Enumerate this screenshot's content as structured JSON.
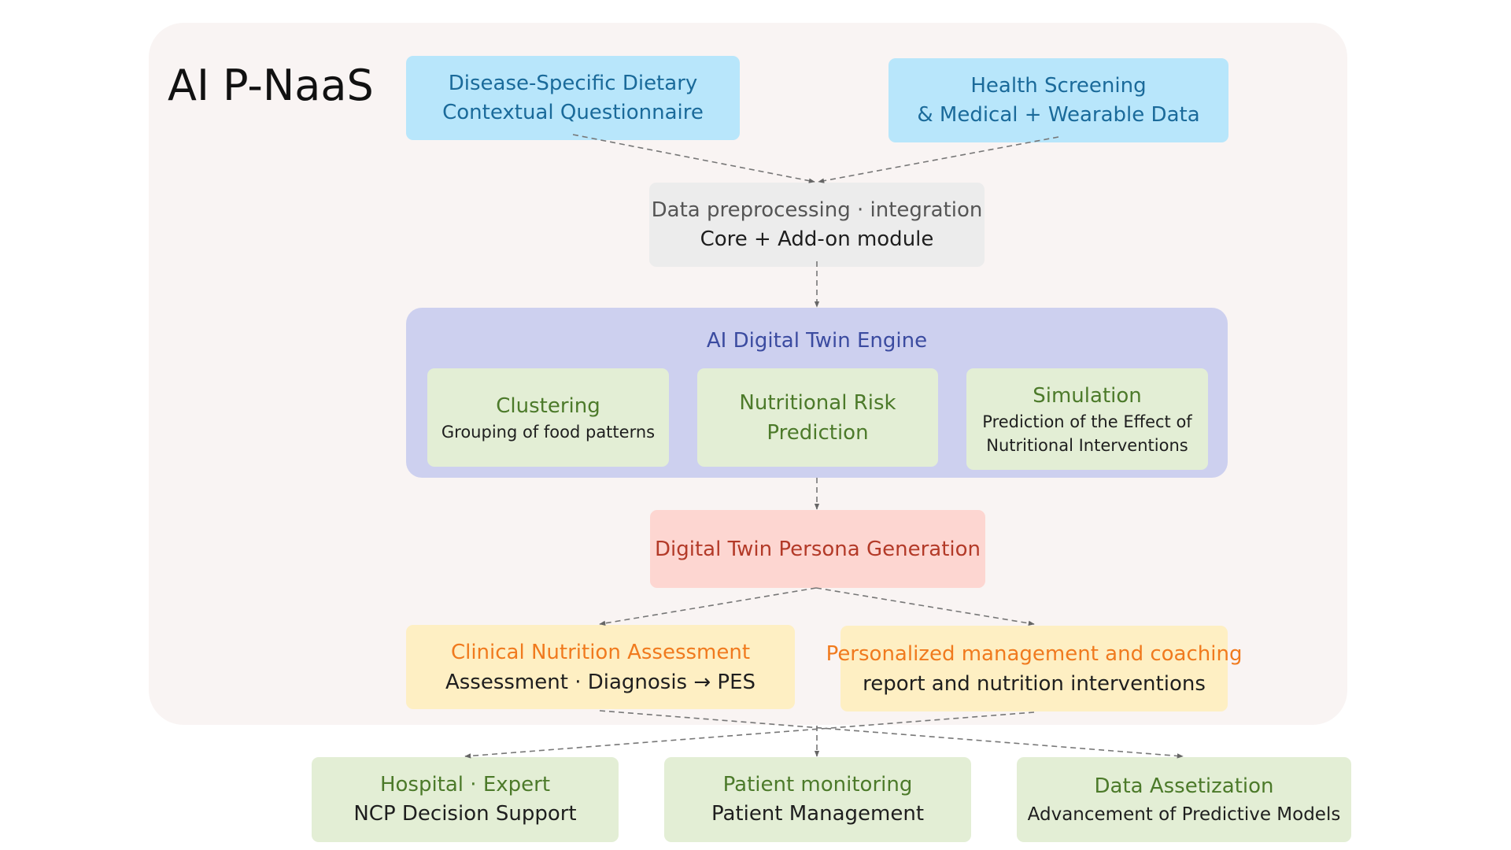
{
  "title": "AI P-NaaS",
  "inputs": {
    "questionnaire": [
      "Disease-Specific Dietary",
      "Contextual Questionnaire"
    ],
    "health_data": [
      "Health Screening",
      "& Medical + Wearable Data"
    ]
  },
  "preprocessing": [
    "Data preprocessing · integration",
    "Core + Add-on module"
  ],
  "engine": {
    "title": "AI Digital Twin Engine",
    "modules": {
      "clustering": {
        "title": "Clustering",
        "desc": "Grouping of food patterns"
      },
      "risk": {
        "title_lines": [
          "Nutritional Risk",
          "Prediction"
        ]
      },
      "simulation": {
        "title": "Simulation",
        "desc_lines": [
          "Prediction of the Effect of",
          "Nutritional Interventions"
        ]
      }
    }
  },
  "persona": "Digital Twin Persona Generation",
  "outputs": {
    "clinical": {
      "title": "Clinical Nutrition Assessment",
      "desc": "Assessment · Diagnosis → PES"
    },
    "personalized": {
      "title": "Personalized management and coaching",
      "desc": "report and nutrition interventions"
    }
  },
  "applications": {
    "hospital": {
      "title": "Hospital · Expert",
      "desc": "NCP Decision Support"
    },
    "monitoring": {
      "title": "Patient monitoring",
      "desc": "Patient Management"
    },
    "assetization": {
      "title": "Data Assetization",
      "desc": "Advancement of Predictive Models"
    }
  }
}
